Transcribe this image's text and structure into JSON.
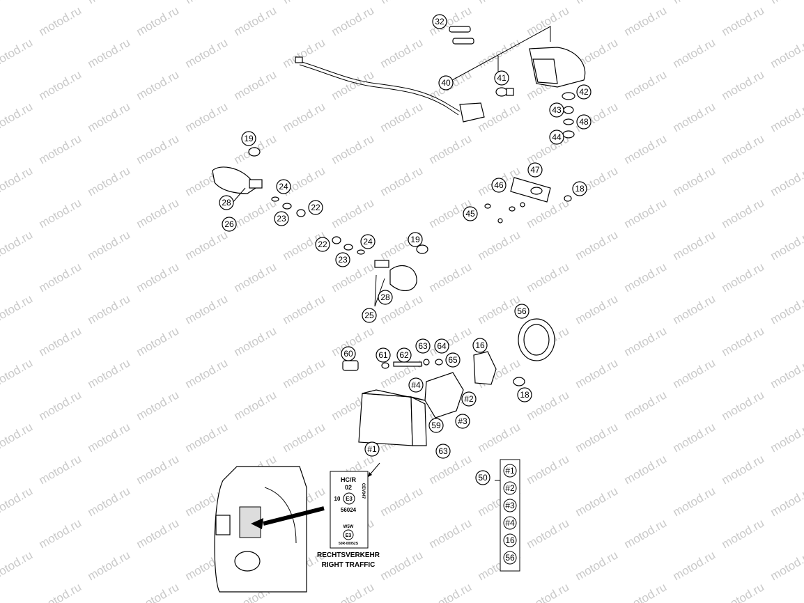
{
  "watermark": "motod.ru",
  "callouts": [
    "32",
    "40",
    "41",
    "42",
    "43",
    "48",
    "44",
    "19",
    "24",
    "28",
    "26",
    "23",
    "22",
    "47",
    "46",
    "18",
    "45",
    "22",
    "23",
    "24",
    "19",
    "28",
    "25",
    "56",
    "60",
    "61",
    "62",
    "63",
    "64",
    "65",
    "16",
    "#4",
    "#2",
    "#3",
    "18",
    "59",
    "#1",
    "63",
    "50"
  ],
  "label_box": {
    "line1": "HC/R",
    "line2": "02",
    "left_number": "10",
    "approval_mark": "E3",
    "code": "56024",
    "side_code": "CEV047",
    "lamp_type": "W5W",
    "approval_mark_2": "E3",
    "small_code": "50R-00052S"
  },
  "caption": {
    "line1": "RECHTSVERKEHR",
    "line2": "RIGHT TRAFFIC"
  },
  "legend_items": [
    "#1",
    "#2",
    "#3",
    "#4",
    "16",
    "56"
  ]
}
